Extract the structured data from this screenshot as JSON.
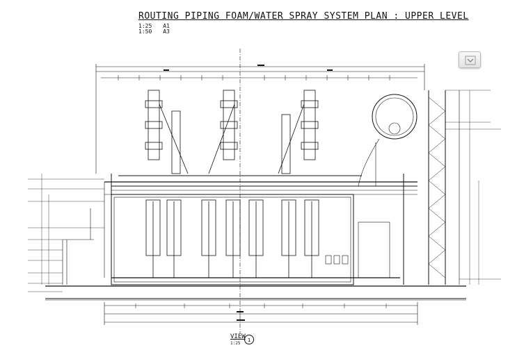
{
  "title": "ROUTING PIPING FOAM/WATER SPRAY SYSTEM PLAN : UPPER LEVEL",
  "scale_rows": [
    {
      "scale": "1:25",
      "size": "A1"
    },
    {
      "scale": "1:50",
      "size": "A3"
    }
  ],
  "view": {
    "label": "VIEW",
    "scale": "1:25",
    "marker": "1"
  },
  "corner_button_icon": "chevron-down-icon",
  "colors": {
    "line": "#111111",
    "button_bg": "#ececec"
  }
}
